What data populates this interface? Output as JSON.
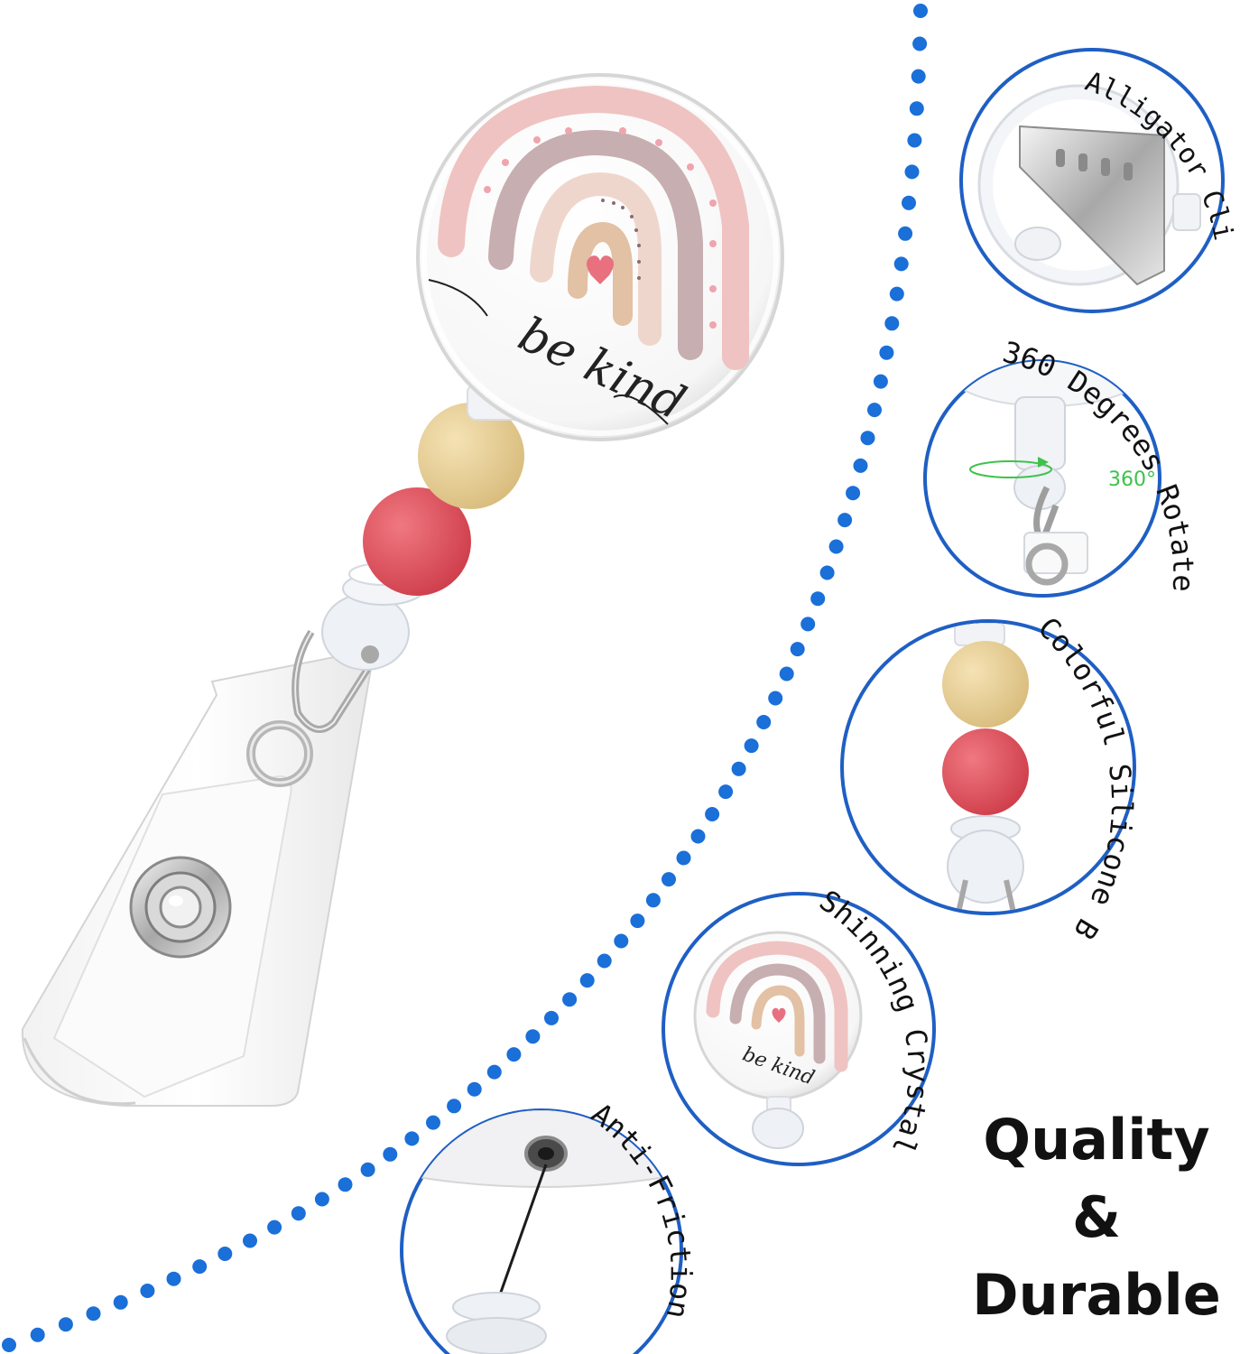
{
  "features": [
    {
      "id": "alligator",
      "label": "Alligator Clip"
    },
    {
      "id": "rotate",
      "label": "360 Degrees Rotate",
      "badge": "360°"
    },
    {
      "id": "beads",
      "label": "Colorful Silicone Beads"
    },
    {
      "id": "crystal",
      "label": "Shinning Crystal"
    },
    {
      "id": "friction",
      "label": "Anti-Friction"
    }
  ],
  "product": {
    "badge_text": "be kind"
  },
  "headline": {
    "line1": "Quality",
    "line2": "&",
    "line3": "Durable"
  },
  "colors": {
    "dots": "#1a6fd8",
    "ring": "#1f5fc4",
    "bead_yellow": "#e9cf94",
    "bead_red": "#e0505c",
    "rainbow_pink": "#efc3c1",
    "rainbow_mauve": "#c7aeb0",
    "rainbow_peach": "#efd6cc",
    "rainbow_tan": "#e2c1a4",
    "heart": "#e8707f",
    "badge_360": "#3ec24a"
  }
}
